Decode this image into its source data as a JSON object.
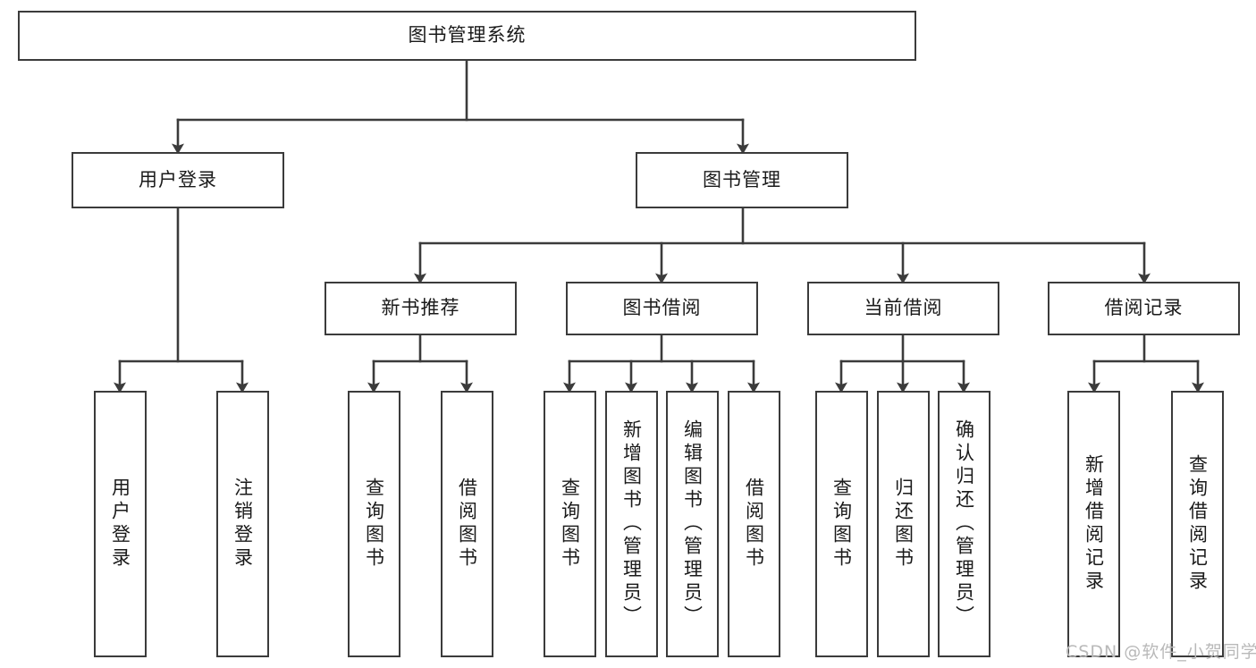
{
  "diagram": {
    "type": "tree-hierarchy-chart",
    "title": "图书管理系统",
    "line_color": "#3b3b3b",
    "box_fill": "#ffffff",
    "text_color": "#1a1a1a",
    "levels": {
      "root": {
        "label": "图书管理系统"
      },
      "level2": [
        {
          "label": "用户登录"
        },
        {
          "label": "图书管理"
        }
      ],
      "level3": [
        {
          "label": "新书推荐"
        },
        {
          "label": "图书借阅"
        },
        {
          "label": "当前借阅"
        },
        {
          "label": "借阅记录"
        }
      ],
      "leaves": [
        {
          "label": "用户登录",
          "parent": "用户登录"
        },
        {
          "label": "注销登录",
          "parent": "用户登录"
        },
        {
          "label": "查询图书",
          "parent": "新书推荐"
        },
        {
          "label": "借阅图书",
          "parent": "新书推荐"
        },
        {
          "label": "查询图书",
          "parent": "图书借阅"
        },
        {
          "label": "新增图书（管理员）",
          "parent": "图书借阅"
        },
        {
          "label": "编辑图书（管理员）",
          "parent": "图书借阅"
        },
        {
          "label": "借阅图书",
          "parent": "图书借阅"
        },
        {
          "label": "查询图书",
          "parent": "当前借阅"
        },
        {
          "label": "归还图书",
          "parent": "当前借阅"
        },
        {
          "label": "确认归还（管理员）",
          "parent": "当前借阅"
        },
        {
          "label": "新增借阅记录",
          "parent": "借阅记录"
        },
        {
          "label": "查询借阅记录",
          "parent": "借阅记录"
        }
      ]
    }
  },
  "watermark": {
    "text": "CSDN @软件_小贺同学",
    "color": "#b9b9b9"
  }
}
